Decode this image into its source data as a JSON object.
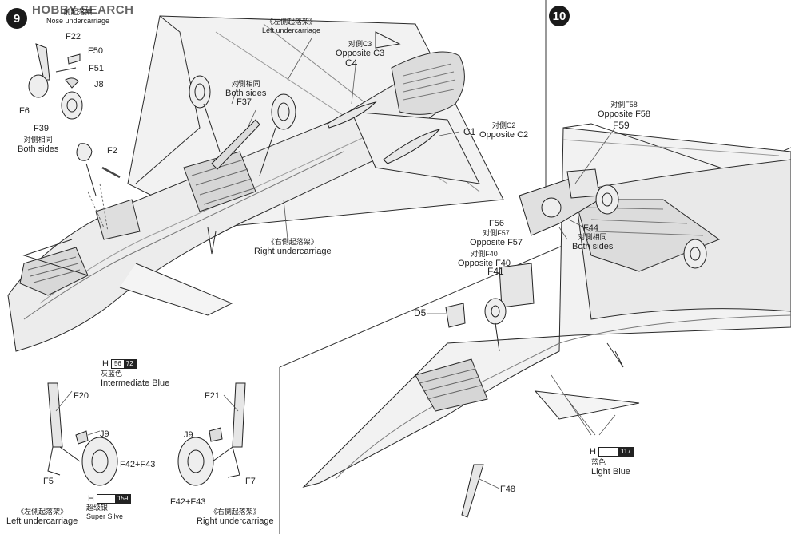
{
  "watermark": "HOBBY SEARCH",
  "steps": {
    "s9": "9",
    "s10": "10"
  },
  "callouts": {
    "nose_cn": "前起落架",
    "nose_en": "Nose undercarriage",
    "left_top_cn": "《左側起落架》",
    "left_top_en": "Left undercarriage",
    "right_mid_cn": "《右側起落架》",
    "right_mid_en": "Right undercarriage",
    "c3_cn": "对側C3",
    "c3_en": "Opposite C3",
    "c2_cn": "对側C2",
    "c2_en": "Opposite C2",
    "both1_cn": "对側相同",
    "both1_en": "Both sides",
    "both2_cn": "对側相同",
    "both2_en": "Both sides",
    "both3_cn": "对側相同",
    "both3_en": "Both sides",
    "f58_cn": "对側F58",
    "f58_en": "Opposite F58",
    "f57_cn": "对側F57",
    "f57_en": "Opposite F57",
    "f40_cn": "对側F40",
    "f40_en": "Opposite F40",
    "left_bot_cn": "《左側起落架》",
    "left_bot_en": "Left undercarriage",
    "right_bot_cn": "《右側起落架》",
    "right_bot_en": "Right undercarriage"
  },
  "parts": {
    "f22": "F22",
    "f50": "F50",
    "f51": "F51",
    "j8": "J8",
    "f6": "F6",
    "f39": "F39",
    "f2": "F2",
    "c4": "C4",
    "f37": "F37",
    "c1": "C1",
    "f59": "F59",
    "f56": "F56",
    "f44": "F44",
    "f41": "F41",
    "d5": "D5",
    "f48": "F48",
    "f20": "F20",
    "j9a": "J9",
    "f42a": "F42+F43",
    "f5": "F5",
    "f21": "F21",
    "j9b": "J9",
    "f42b": "F42+F43",
    "f7": "F7"
  },
  "paints": {
    "blue_int": {
      "h": "H",
      "code": "56",
      "num": "72",
      "cn": "灰蓝色",
      "en": "Intermediate Blue"
    },
    "silver": {
      "h": "H",
      "code": "",
      "num": "159",
      "cn": "超级银",
      "en": "Super Silve"
    },
    "light_blue": {
      "h": "H",
      "code": "",
      "num": "117",
      "cn": "蓝色",
      "en": "Light Blue"
    }
  }
}
